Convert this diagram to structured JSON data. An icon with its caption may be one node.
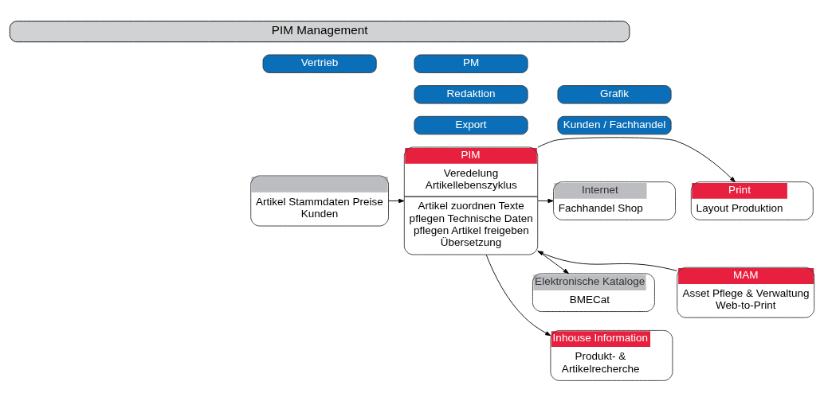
{
  "diagram": {
    "nodes": [
      {
        "text": [
          "PIM Management"
        ]
      },
      {
        "text": [
          "Vertrieb"
        ]
      },
      {
        "text": [
          "PM"
        ]
      },
      {
        "text": [
          "Redaktion"
        ]
      },
      {
        "text": [
          "Grafik"
        ]
      },
      {
        "text": [
          "Export"
        ]
      },
      {
        "text": [
          "Kunden / Fachhandel"
        ]
      },
      {
        "text": [
          "Artikel Stammdaten Preise Kunden"
        ]
      },
      {
        "text": [
          "PIM",
          "Veredelung Artikellebenszyklus",
          "Artikel zuordnen Texte pflegen Technische Daten pflegen Artikel freigeben Übersetzung"
        ]
      },
      {
        "text": [
          "Print",
          "Layout Produktion"
        ]
      },
      {
        "text": [
          "Internet",
          "Fachhandel Shop"
        ]
      },
      {
        "text": [
          "MAM",
          "Asset Pflege & Verwaltung Web-to-Print"
        ]
      },
      {
        "text": [
          "Elektronische Kataloge",
          "BMECat"
        ]
      },
      {
        "text": [
          "Inhouse Information",
          "Produkt- & Artikelrecherche"
        ]
      }
    ],
    "edges": [
      {
        "from": 7,
        "to": 8,
        "arrow": "to"
      },
      {
        "from": 8,
        "to": 9,
        "arrow": "to"
      },
      {
        "from": 8,
        "to": 10,
        "arrow": "to"
      },
      {
        "from": 11,
        "to": 8,
        "arrow": "to"
      },
      {
        "from": 8,
        "to": 12,
        "arrow": "to"
      },
      {
        "from": 8,
        "to": 13,
        "arrow": "to"
      }
    ]
  }
}
